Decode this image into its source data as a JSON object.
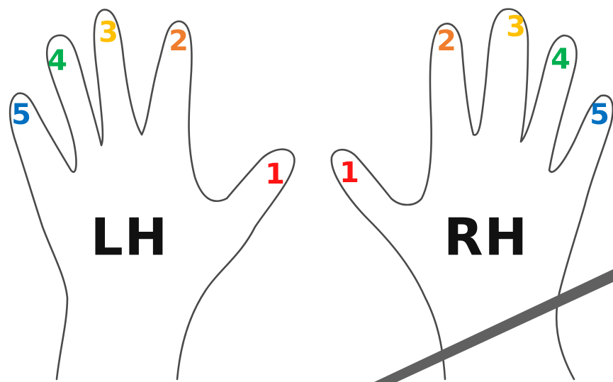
{
  "hands": {
    "left": {
      "label": "LH",
      "fingers": [
        {
          "number": "1",
          "color": "#ff1414"
        },
        {
          "number": "2",
          "color": "#ef7d2d"
        },
        {
          "number": "3",
          "color": "#ffc000"
        },
        {
          "number": "4",
          "color": "#00b050"
        },
        {
          "number": "5",
          "color": "#0070c0"
        }
      ]
    },
    "right": {
      "label": "RH",
      "fingers": [
        {
          "number": "1",
          "color": "#ff1414"
        },
        {
          "number": "2",
          "color": "#ef7d2d"
        },
        {
          "number": "3",
          "color": "#ffc000"
        },
        {
          "number": "4",
          "color": "#00b050"
        },
        {
          "number": "5",
          "color": "#0070c0"
        }
      ]
    }
  },
  "colors": {
    "outline": "#4a4a4a",
    "label": "#111111",
    "diagonal_bar": "#606060"
  }
}
